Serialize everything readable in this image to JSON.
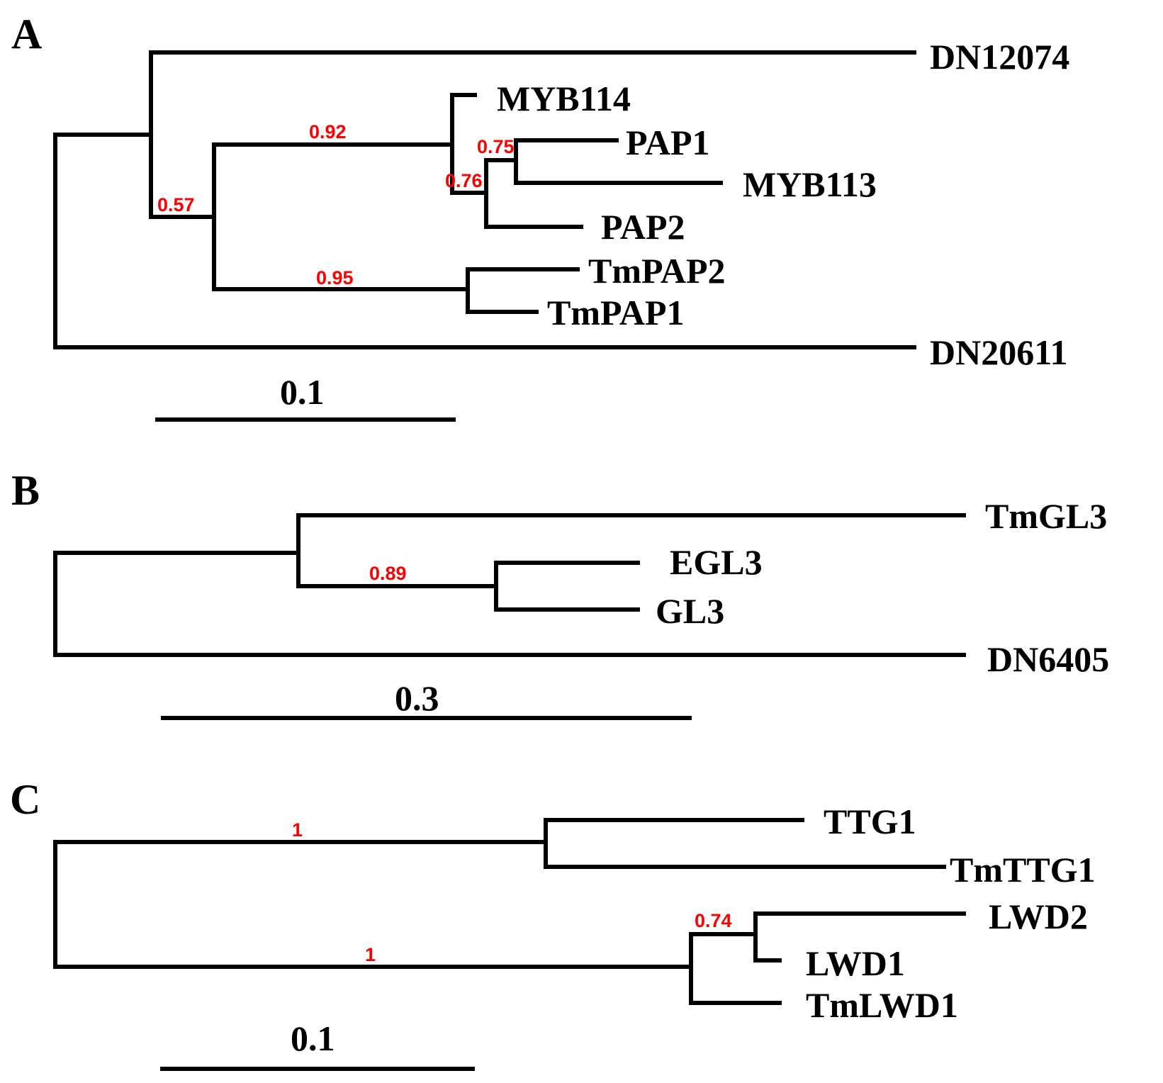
{
  "figure": {
    "support_color": "#ff0000",
    "line_color": "#000000",
    "panels": [
      {
        "id": "A",
        "label": "A",
        "scale_bar": "0.1",
        "taxa": [
          "DN12074",
          "MYB114",
          "PAP1",
          "MYB113",
          "PAP2",
          "TmPAP2",
          "TmPAP1",
          "DN20611"
        ],
        "support_values": [
          "0.92",
          "0.75",
          "0.76",
          "0.57",
          "0.95"
        ]
      },
      {
        "id": "B",
        "label": "B",
        "scale_bar": "0.3",
        "taxa": [
          "TmGL3",
          "EGL3",
          "GL3",
          "DN6405"
        ],
        "support_values": [
          "0.89"
        ]
      },
      {
        "id": "C",
        "label": "C",
        "scale_bar": "0.1",
        "taxa": [
          "TTG1",
          "TmTTG1",
          "LWD2",
          "LWD1",
          "TmLWD1"
        ],
        "support_values": [
          "1",
          "1",
          "0.74"
        ]
      }
    ]
  }
}
